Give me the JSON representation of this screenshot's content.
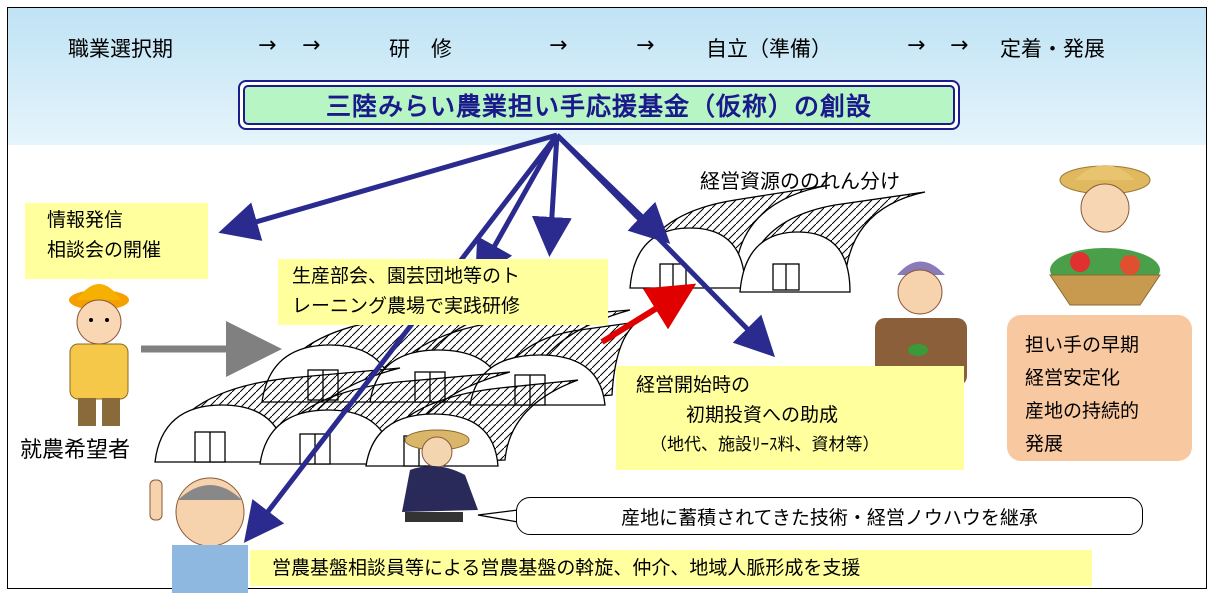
{
  "stages": {
    "s1": "職業選択期",
    "s2": "研　修",
    "s3": "自立（準備）",
    "s4": "定着・発展",
    "arrow": "→"
  },
  "fund": {
    "title": "三陸みらい農業担い手応援基金（仮称）の創設"
  },
  "labels": {
    "noren": "経営資源ののれん分け",
    "info_line1": "情報発信",
    "info_line2": "相談会の開催",
    "training_line1": "生産部会、園芸団地等のト",
    "training_line2": "レーニング農場で実践研修",
    "aspirant": "就農希望者",
    "startup_line1": "経営開始時の",
    "startup_line2": "初期投資への助成",
    "startup_line3": "（地代、施設ﾘｰｽ料、資材等）",
    "stable_line1": "担い手の早期",
    "stable_line2": "経営安定化",
    "stable_line3": "産地の持続的",
    "stable_line4": "発展",
    "knowhow": "産地に蓄積されてきた技術・経営ノウハウを継承",
    "support": "営農基盤相談員等による営農基盤の斡旋、仲介、地域人脈形成を支援"
  }
}
